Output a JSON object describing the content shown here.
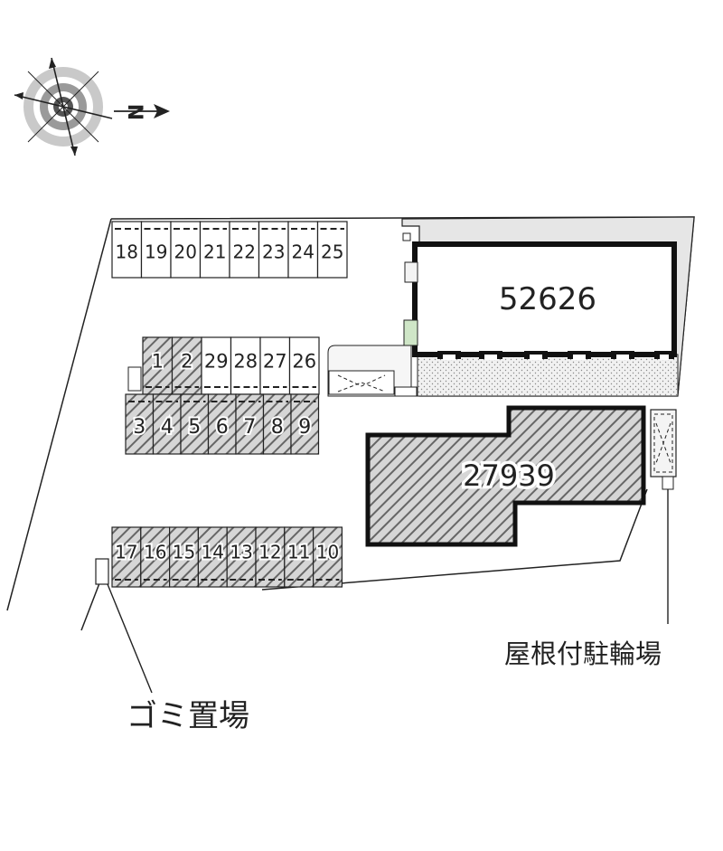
{
  "compass": {
    "north_label": "N"
  },
  "buildings": {
    "main_building_id": "52626",
    "hatched_building_id": "27939"
  },
  "parking": {
    "top_row": [
      "18",
      "19",
      "20",
      "21",
      "22",
      "23",
      "24",
      "25"
    ],
    "middle_row": [
      "1",
      "2",
      "29",
      "28",
      "27",
      "26"
    ],
    "lower_row": [
      "3",
      "4",
      "5",
      "6",
      "7",
      "8",
      "9"
    ],
    "bottom_row": [
      "17",
      "16",
      "15",
      "14",
      "13",
      "12",
      "11",
      "10"
    ],
    "hatched_spaces": [
      "1",
      "2",
      "3",
      "4",
      "5",
      "6",
      "7",
      "8",
      "9",
      "10",
      "11",
      "12",
      "13",
      "14",
      "15",
      "16",
      "17"
    ]
  },
  "labels": {
    "bicycle_parking": "屋根付駐輪場",
    "garbage_area": "ゴミ置場"
  },
  "colors": {
    "line": "#222222",
    "hatch": "#777777",
    "hatch_fill": "#c8c8c8",
    "road": "#e6e6e6"
  }
}
